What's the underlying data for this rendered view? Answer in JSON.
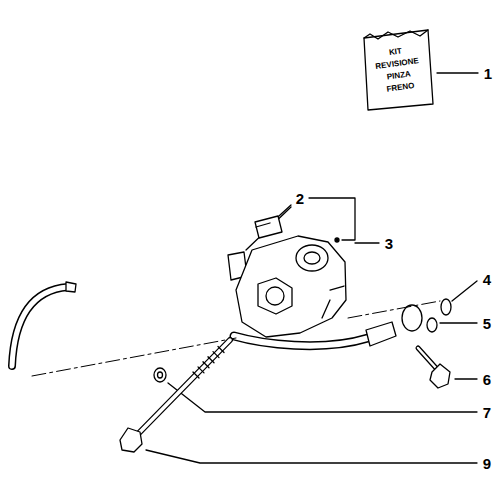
{
  "diagram": {
    "labels": [
      "KIT REVISIONE PINZA FRENO",
      "1",
      "2",
      "3",
      "4",
      "5",
      "6",
      "7",
      "9"
    ]
  }
}
